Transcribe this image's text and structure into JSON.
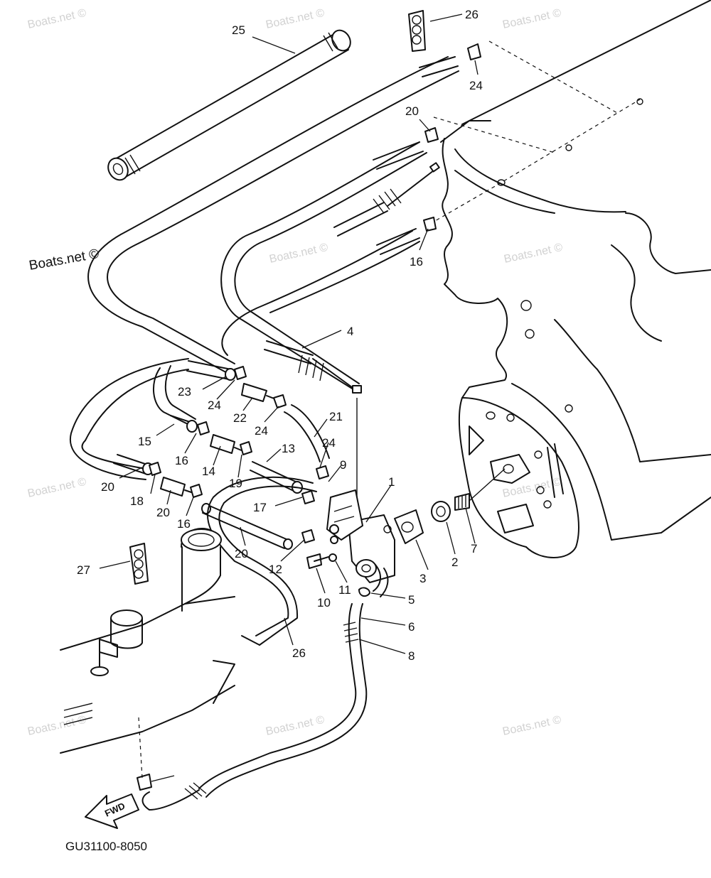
{
  "diagram": {
    "part_code": "GU31100-8050",
    "direction_label": "FWD",
    "watermark_main": "Boats.net ©",
    "watermark_faint": "Boats.net ©",
    "callouts": [
      "25",
      "26",
      "24",
      "20",
      "16",
      "4",
      "23",
      "24",
      "22",
      "24",
      "21",
      "15",
      "16",
      "14",
      "13",
      "24",
      "9",
      "1",
      "19",
      "20",
      "18",
      "20",
      "16",
      "17",
      "20",
      "12",
      "11",
      "10",
      "3",
      "2",
      "7",
      "5",
      "6",
      "8",
      "26",
      "27"
    ]
  }
}
